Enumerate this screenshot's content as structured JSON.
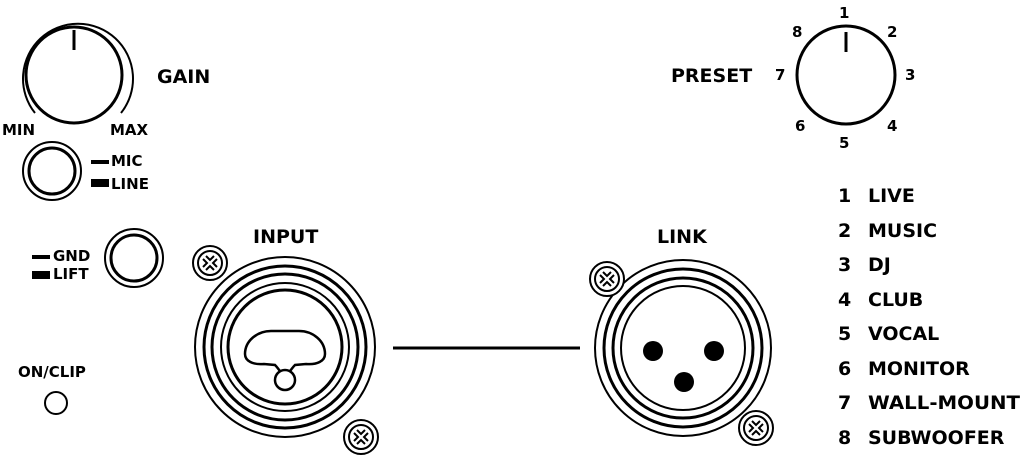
{
  "gain": {
    "label": "GAIN",
    "min_label": "MIN",
    "max_label": "MAX"
  },
  "mic_line": {
    "mic_label": "MIC",
    "line_label": "LINE"
  },
  "gnd_lift": {
    "gnd_label": "GND",
    "lift_label": "LIFT"
  },
  "on_clip": {
    "label": "ON/CLIP"
  },
  "input": {
    "label": "INPUT"
  },
  "link": {
    "label": "LINK"
  },
  "preset": {
    "label": "PRESET",
    "dial_numbers": [
      "1",
      "2",
      "3",
      "4",
      "5",
      "6",
      "7",
      "8"
    ],
    "list": [
      {
        "num": "1",
        "name": "LIVE"
      },
      {
        "num": "2",
        "name": "MUSIC"
      },
      {
        "num": "3",
        "name": "DJ"
      },
      {
        "num": "4",
        "name": "CLUB"
      },
      {
        "num": "5",
        "name": "VOCAL"
      },
      {
        "num": "6",
        "name": "MONITOR"
      },
      {
        "num": "7",
        "name": "WALL-MOUNT"
      },
      {
        "num": "8",
        "name": "SUBWOOFER"
      }
    ]
  }
}
